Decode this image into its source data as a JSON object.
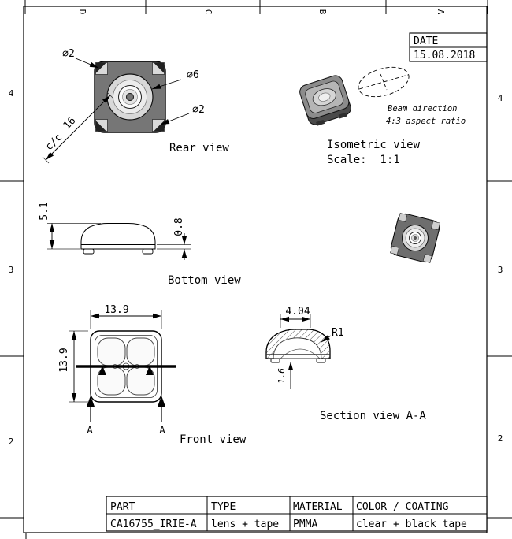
{
  "sheet": {
    "date_label": "DATE",
    "date_value": "15.08.2018",
    "zone_columns": [
      "D",
      "C",
      "B",
      "A"
    ],
    "zone_rows": [
      "4",
      "3",
      "2"
    ]
  },
  "views": {
    "rear": {
      "label": "Rear view",
      "dia_corner_top": "⌀2",
      "dia_lens": "⌀6",
      "dia_corner_bottom": "⌀2",
      "diag_dim": "16",
      "diag_ref": "c/c"
    },
    "isometric": {
      "label": "Isometric view",
      "scale": "Scale:  1:1",
      "beam_line1": "Beam direction",
      "beam_line2": "4:3 aspect ratio"
    },
    "bottom": {
      "label": "Bottom view",
      "height_dim": "5.1",
      "tape_dim": "0.8"
    },
    "front": {
      "label": "Front view",
      "width_dim": "13.9",
      "height_dim": "13.9",
      "section_marker": "A"
    },
    "section": {
      "label": "Section view A-A",
      "top_dim": "4.04",
      "radius_dim": "R1",
      "edge_dim": "1.6"
    }
  },
  "title_block": {
    "headers": [
      "PART",
      "TYPE",
      "MATERIAL",
      "COLOR / COATING"
    ],
    "values": [
      "CA16755_IRIE-A",
      "lens + tape",
      "PMMA",
      "clear + black tape"
    ]
  },
  "colors": {
    "part_gray": "#767676",
    "part_gray_dark": "#6e6e6e",
    "line": "#000000"
  }
}
